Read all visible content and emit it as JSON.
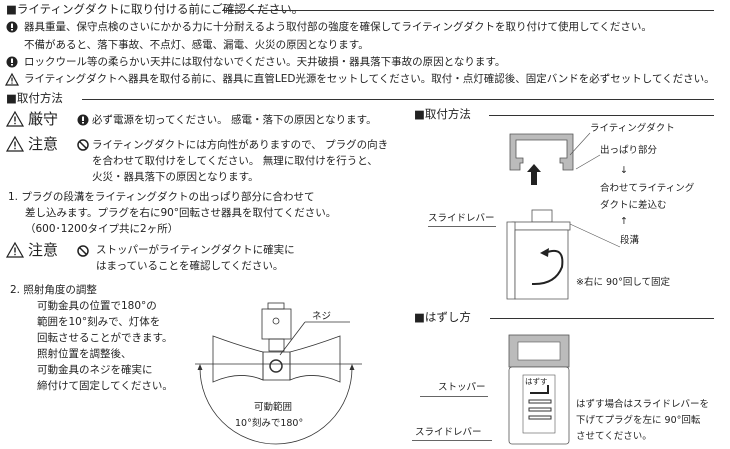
{
  "confirm": {
    "title": "■ライティングダクトに取り付ける前にご確認ください。",
    "items": [
      {
        "icon": "exclamation-icon",
        "lines": [
          "器具重量、保守点検のさいにかかる力に十分耐えるよう取付部の強度を確保してライティングダクトを取り付けて使用してください。",
          "不備があると、落下事故、不点灯、感電、漏電、火災の原因となります。"
        ]
      },
      {
        "icon": "exclamation-icon",
        "lines": [
          "ロックウール等の柔らかい天井には取付ないでください。天井破損・器具落下事故の原因となります。"
        ]
      },
      {
        "icon": "warning-triangle-icon",
        "lines": [
          "ライティングダクトへ器具を取付る前に、器具に直管LED光源をセットしてください。取付・点灯確認後、固定バンドを必ずセットしてください。"
        ]
      }
    ]
  },
  "install": {
    "title": "■取付方法",
    "strict_label": "厳守",
    "strict_text": "必ず電源を切ってください。 感電・落下の原因となります。",
    "caution_label": "注意",
    "caution_lines": [
      "ライティングダクトには方向性がありますので、 プラグの向き",
      "を合わせて取付けをしてください。 無理に取付けを行うと、",
      "火災・器具落下の原因となります。"
    ],
    "step1_lines": [
      "1. プラグの段溝をライティングダクトの出っぱり部分に合わせて",
      "差し込みます。プラグを右に90°回転させ器具を取付てください。",
      "（600･1200タイプ共に2ヶ所）"
    ],
    "caution2_label": "注意",
    "caution2_lines": [
      "ストッパーがライティングダクトに確実に",
      "はまっていることを確認してください。"
    ],
    "step2_title": "2. 照射角度の調整",
    "step2_lines": [
      "可動金具の位置で180°の",
      "範囲を10°刻みで、灯体を",
      "回転させることができます。",
      "照射位置を調整後、",
      "可動金具のネジを確実に",
      "締付けて固定してください。"
    ],
    "diagram": {
      "screw": "ネジ",
      "range_label": "可動範囲",
      "range_value": "10°刻みで180°"
    }
  },
  "right_install": {
    "title": "■取付方法",
    "duct": "ライティングダクト",
    "protrusion": "出っぱり部分",
    "arrow_down": "↓",
    "align_lines": [
      "合わせてライティング",
      "ダクトに差込む"
    ],
    "arrow_up": "↑",
    "groove": "段溝",
    "slide_lever": "スライドレバー",
    "rotate_note": "※右に 90°回して固定"
  },
  "remove": {
    "title": "■はずし方",
    "stopper": "ストッパー",
    "slide_lever": "スライドレバー",
    "lever_label": "はずす",
    "note_lines": [
      "はずす場合はスライドレバーを",
      "下げてプラグを左に 90°回転",
      "させてください。"
    ]
  }
}
